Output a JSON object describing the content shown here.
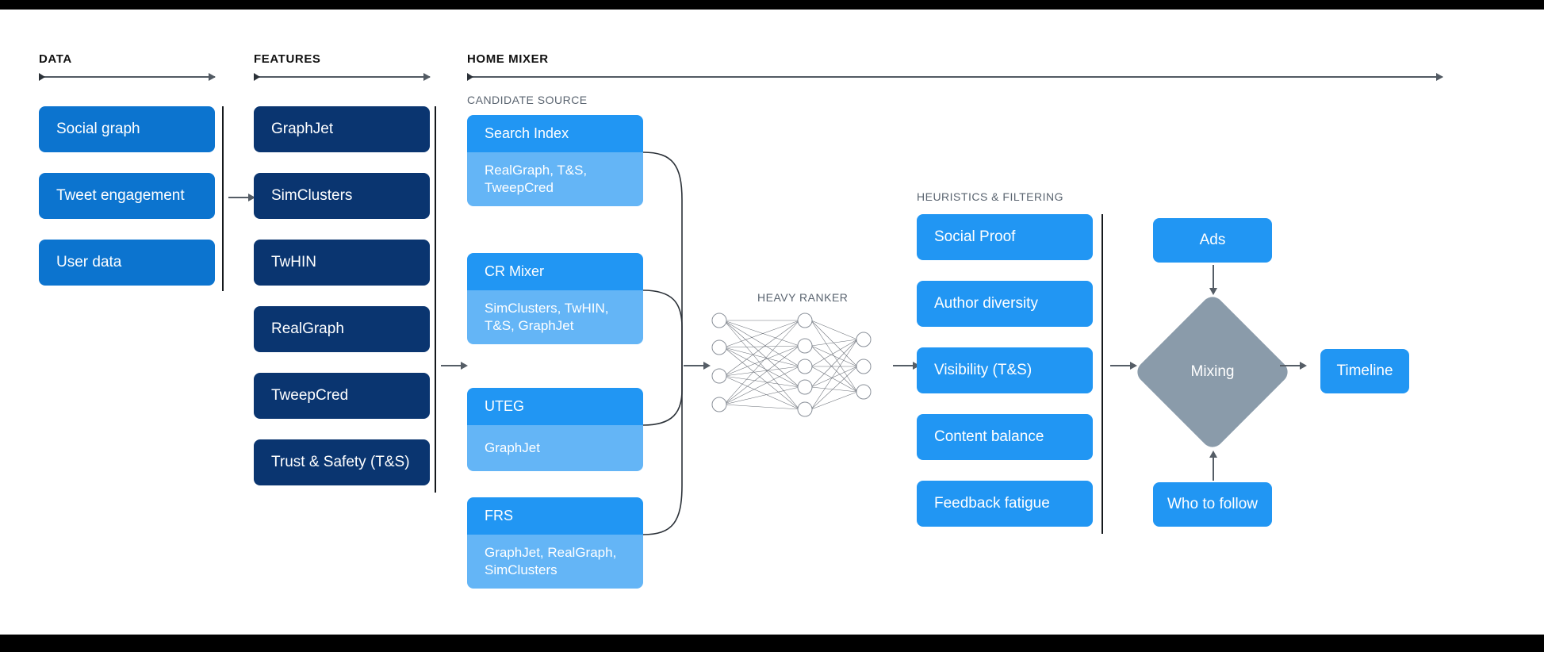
{
  "sections": {
    "data": {
      "title": "DATA"
    },
    "features": {
      "title": "FEATURES"
    },
    "home_mixer": {
      "title": "HOME MIXER"
    },
    "candidate_source": {
      "title": "CANDIDATE SOURCE"
    },
    "heavy_ranker": {
      "title": "HEAVY RANKER"
    },
    "heuristics": {
      "title": "HEURISTICS & FILTERING"
    }
  },
  "data_boxes": [
    {
      "label": "Social graph"
    },
    {
      "label": "Tweet engagement"
    },
    {
      "label": "User data"
    }
  ],
  "feature_boxes": [
    {
      "label": "GraphJet"
    },
    {
      "label": "SimClusters"
    },
    {
      "label": "TwHIN"
    },
    {
      "label": "RealGraph"
    },
    {
      "label": "TweepCred"
    },
    {
      "label": "Trust & Safety (T&S)"
    }
  ],
  "candidate_sources": [
    {
      "name": "Search Index",
      "detail": "RealGraph, T&S, TweepCred"
    },
    {
      "name": "CR Mixer",
      "detail": "SimClusters, TwHIN, T&S, GraphJet"
    },
    {
      "name": "UTEG",
      "detail": "GraphJet"
    },
    {
      "name": "FRS",
      "detail": "GraphJet, RealGraph, SimClusters"
    }
  ],
  "heuristic_boxes": [
    {
      "label": "Social Proof"
    },
    {
      "label": "Author diversity"
    },
    {
      "label": "Visibility (T&S)"
    },
    {
      "label": "Content balance"
    },
    {
      "label": "Feedback fatigue"
    }
  ],
  "output": {
    "ads": "Ads",
    "who_to_follow": "Who to follow",
    "mixing": "Mixing",
    "timeline": "Timeline"
  },
  "neural_net": {
    "input_nodes": 4,
    "hidden_nodes": 5,
    "output_nodes": 3
  },
  "colors": {
    "data_blue": "#0c74cf",
    "feature_navy": "#0a3570",
    "candidate_head": "#2196f3",
    "candidate_body": "#64b5f6",
    "heuristic_blue": "#2196f3",
    "mixing_gray": "#8a9baa",
    "line_gray": "#555d66",
    "divider_black": "#15181c",
    "subtitle_gray": "#5a6470"
  }
}
